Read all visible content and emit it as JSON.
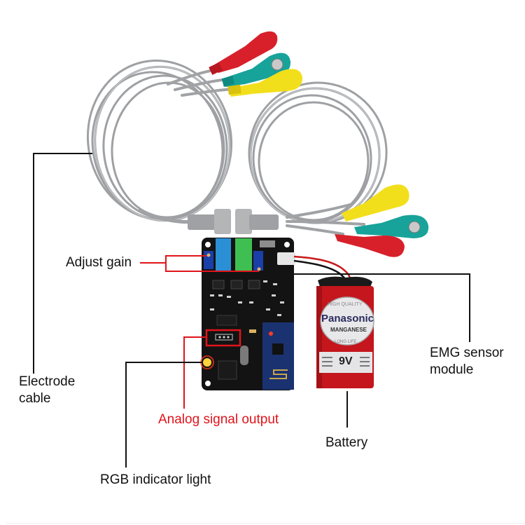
{
  "figure": {
    "subject": "EMG sensor module kit with electrode cable and 9V battery",
    "labels": {
      "electrode_cable": [
        "Electrode",
        "cable"
      ],
      "adjust_gain": "Adjust gain",
      "emg_sensor_module": [
        "EMG sensor",
        "module"
      ],
      "analog_signal_output": "Analog signal output",
      "battery": "Battery",
      "rgb_indicator_light": "RGB indicator light"
    },
    "battery_print": {
      "top_text": "HIGH QUALITY",
      "brand": "Panasonic",
      "type": "MANGANESE",
      "bottom_text": "LONG LIFE",
      "voltage": "9V"
    },
    "colors": {
      "leader_black": "#111111",
      "leader_red": "#e0141b",
      "cable_gray": "#a9abad",
      "electrode_red": "#d8202b",
      "electrode_teal": "#17a39a",
      "electrode_yellow": "#f2df1c",
      "pcb_black": "#111111",
      "battery_red": "#c4161c"
    }
  }
}
